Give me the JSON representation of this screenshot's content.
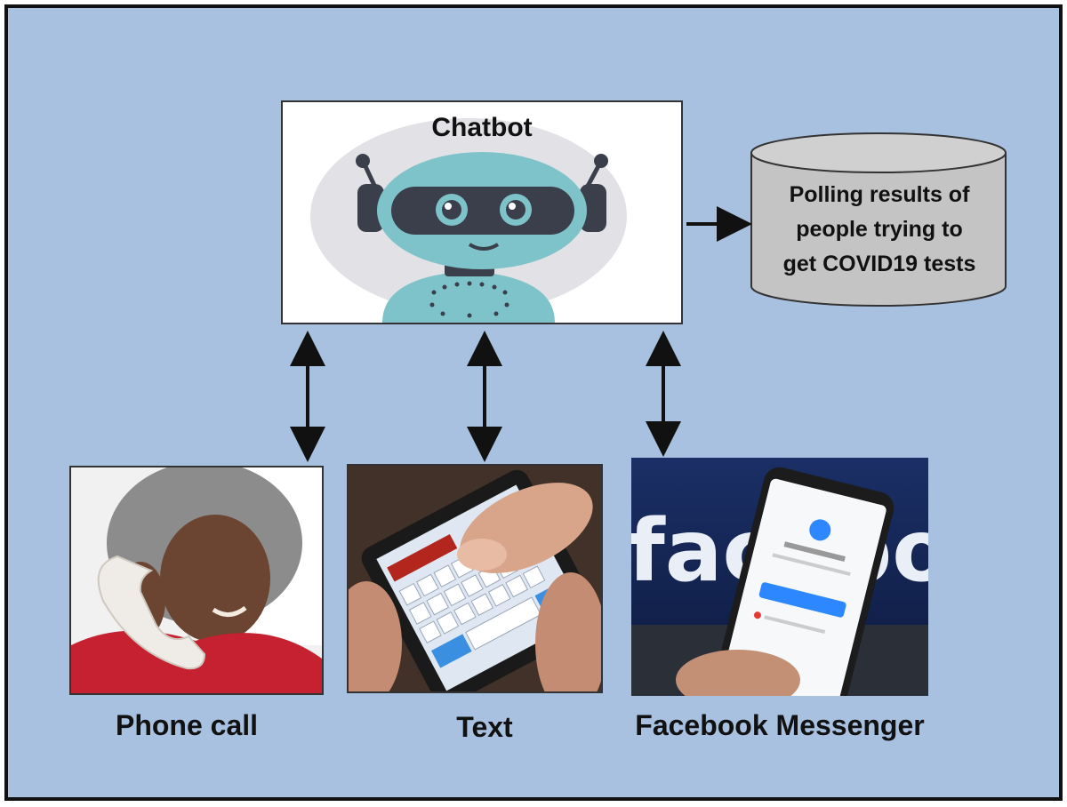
{
  "chatbot": {
    "title": "Chatbot",
    "icon": "robot-icon"
  },
  "database": {
    "label_lines": [
      "Polling results of",
      "people trying to",
      "get COVID19 tests"
    ],
    "icon": "database-cylinder-icon"
  },
  "channels": [
    {
      "caption": "Phone call",
      "icon": "phone-call-photo"
    },
    {
      "caption": "Text",
      "icon": "texting-phone-photo"
    },
    {
      "caption": "Facebook Messenger",
      "icon": "facebook-messenger-photo",
      "photo_text": "facebook"
    }
  ],
  "colors": {
    "background": "#a9c1e1",
    "robot_body": "#7ec3c9",
    "robot_visor": "#3b3f4b",
    "database_fill": "#c4c4c4"
  }
}
